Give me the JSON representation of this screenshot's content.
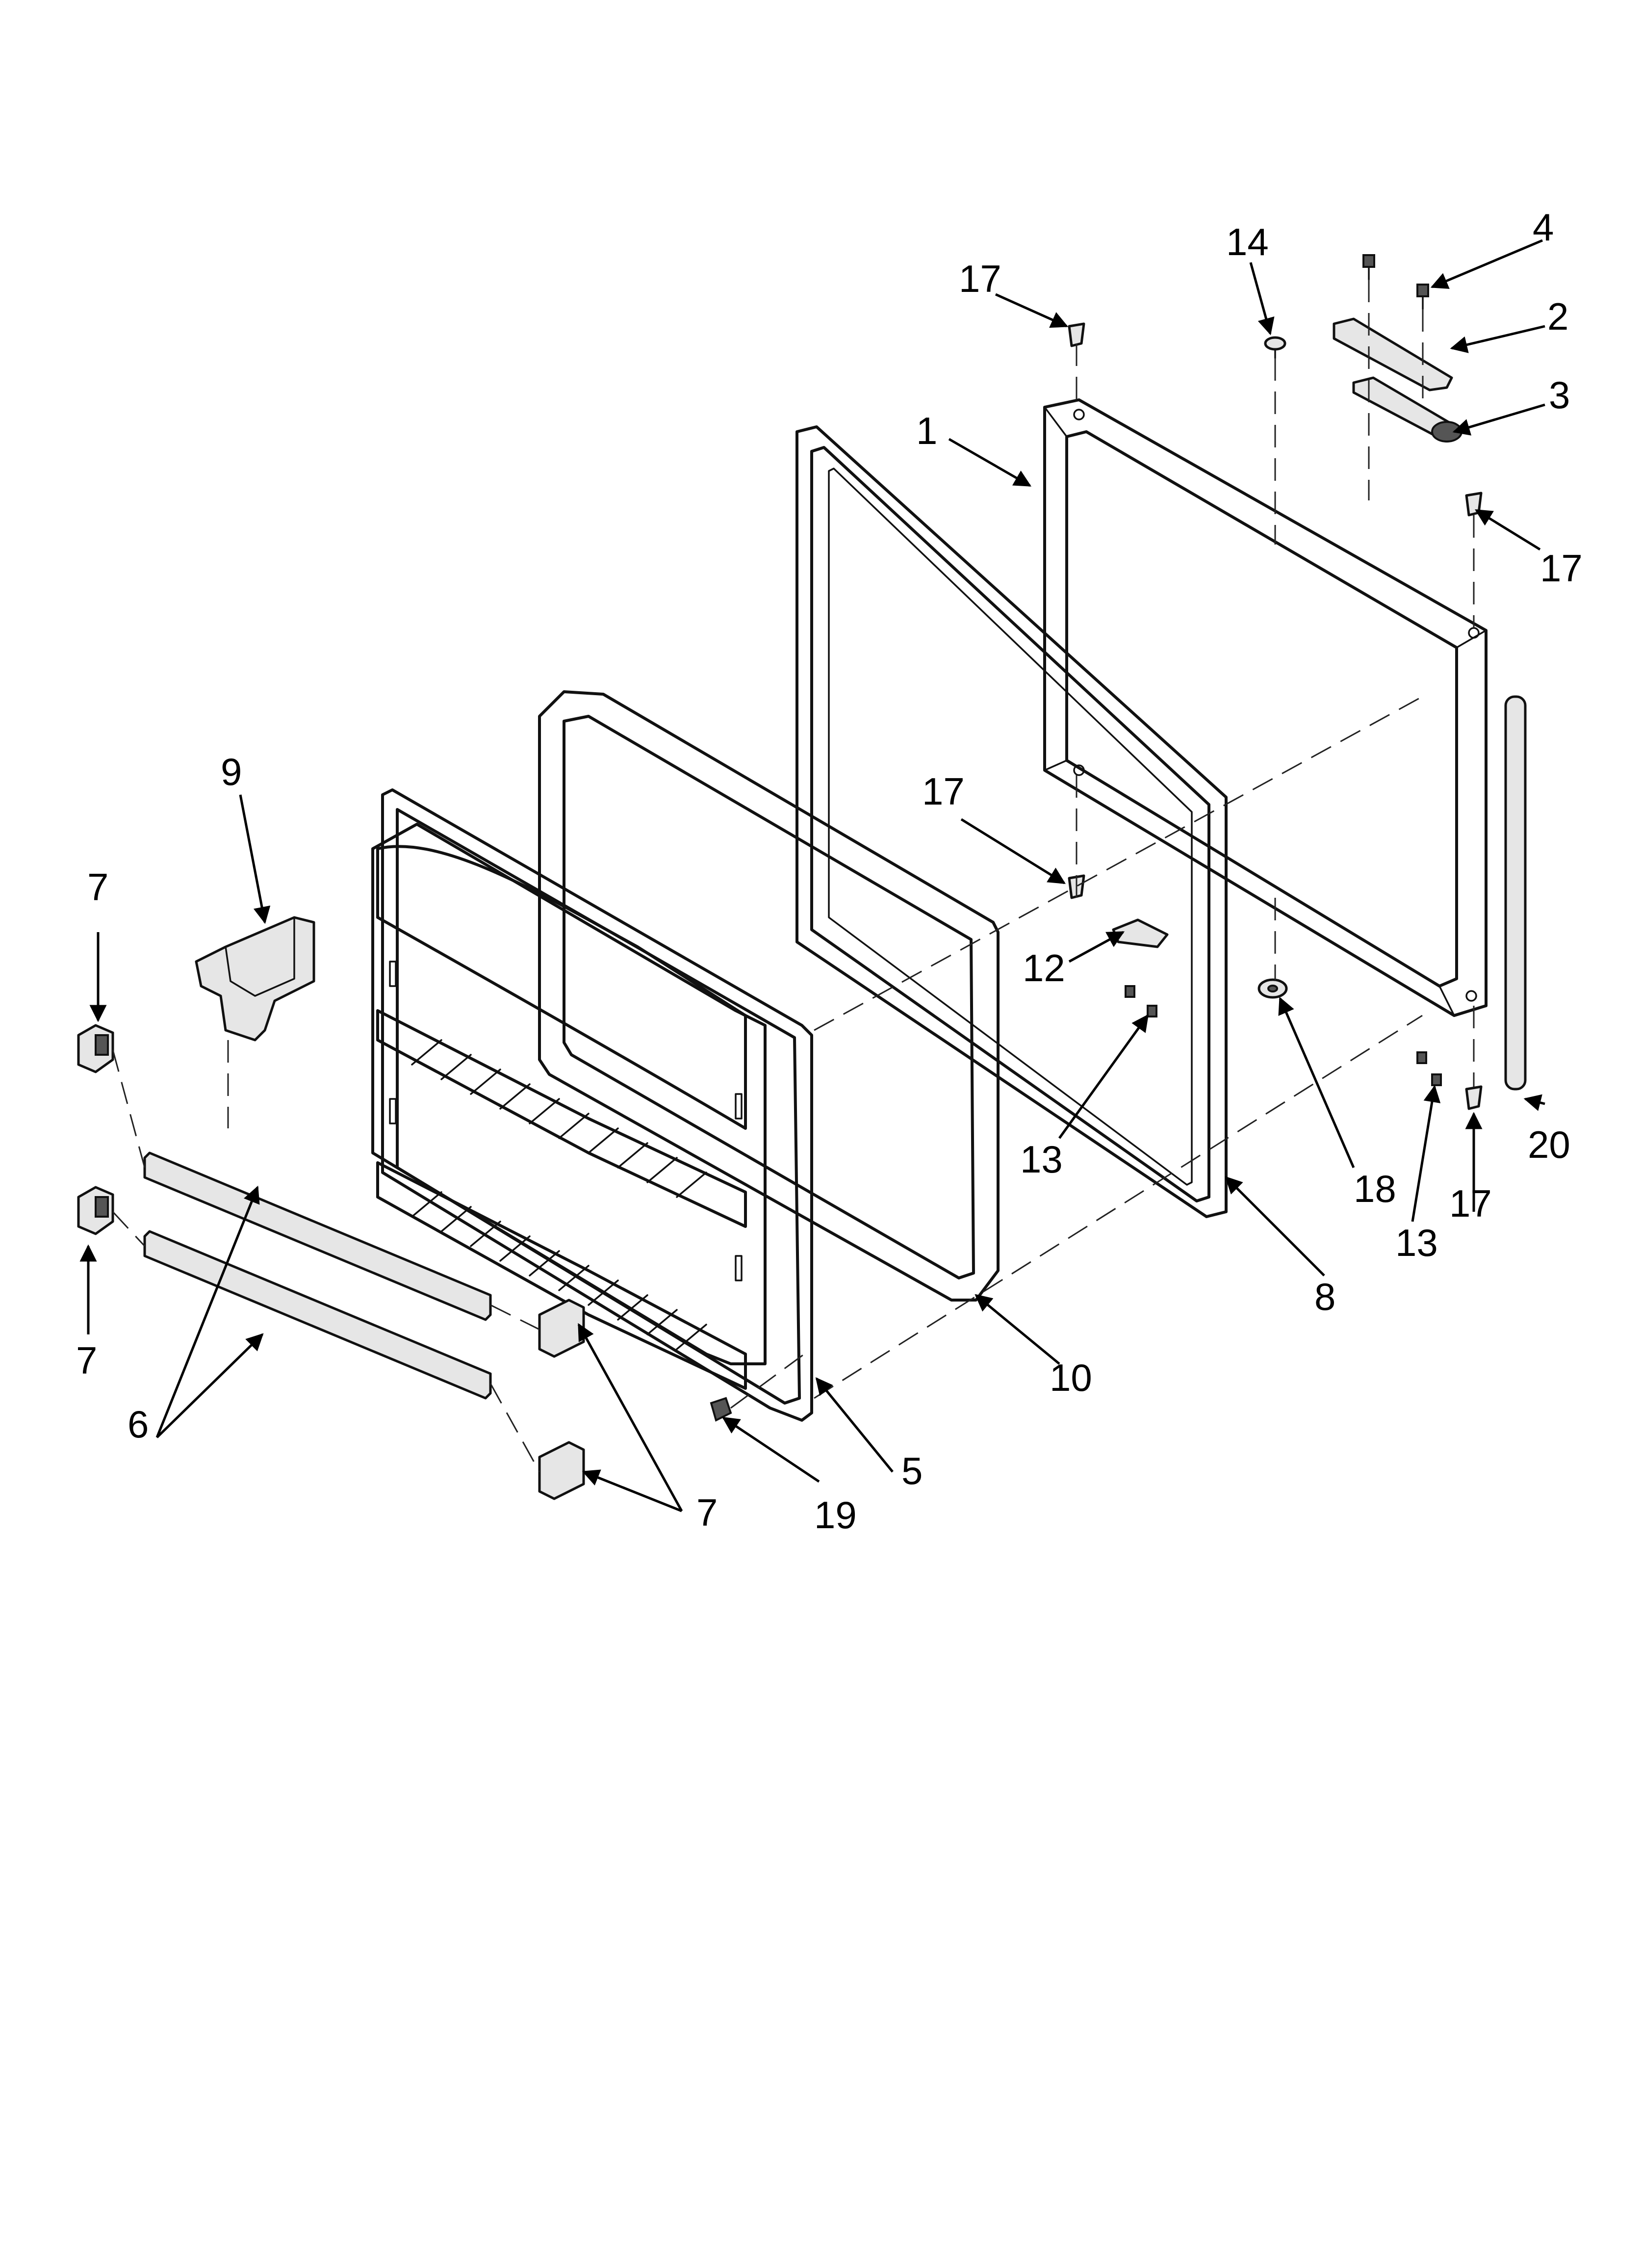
{
  "callouts": [
    {
      "id": "c1",
      "label": "1"
    },
    {
      "id": "c2",
      "label": "2"
    },
    {
      "id": "c3",
      "label": "3"
    },
    {
      "id": "c4",
      "label": "4"
    },
    {
      "id": "c5",
      "label": "5"
    },
    {
      "id": "c6",
      "label": "6"
    },
    {
      "id": "c7a",
      "label": "7"
    },
    {
      "id": "c7b",
      "label": "7"
    },
    {
      "id": "c7c",
      "label": "7"
    },
    {
      "id": "c8",
      "label": "8"
    },
    {
      "id": "c9",
      "label": "9"
    },
    {
      "id": "c10",
      "label": "10"
    },
    {
      "id": "c12",
      "label": "12"
    },
    {
      "id": "c13a",
      "label": "13"
    },
    {
      "id": "c13b",
      "label": "13"
    },
    {
      "id": "c14",
      "label": "14"
    },
    {
      "id": "c17a",
      "label": "17"
    },
    {
      "id": "c17b",
      "label": "17"
    },
    {
      "id": "c17c",
      "label": "17"
    },
    {
      "id": "c17d",
      "label": "17"
    },
    {
      "id": "c18",
      "label": "18"
    },
    {
      "id": "c19",
      "label": "19"
    },
    {
      "id": "c20",
      "label": "20"
    }
  ]
}
